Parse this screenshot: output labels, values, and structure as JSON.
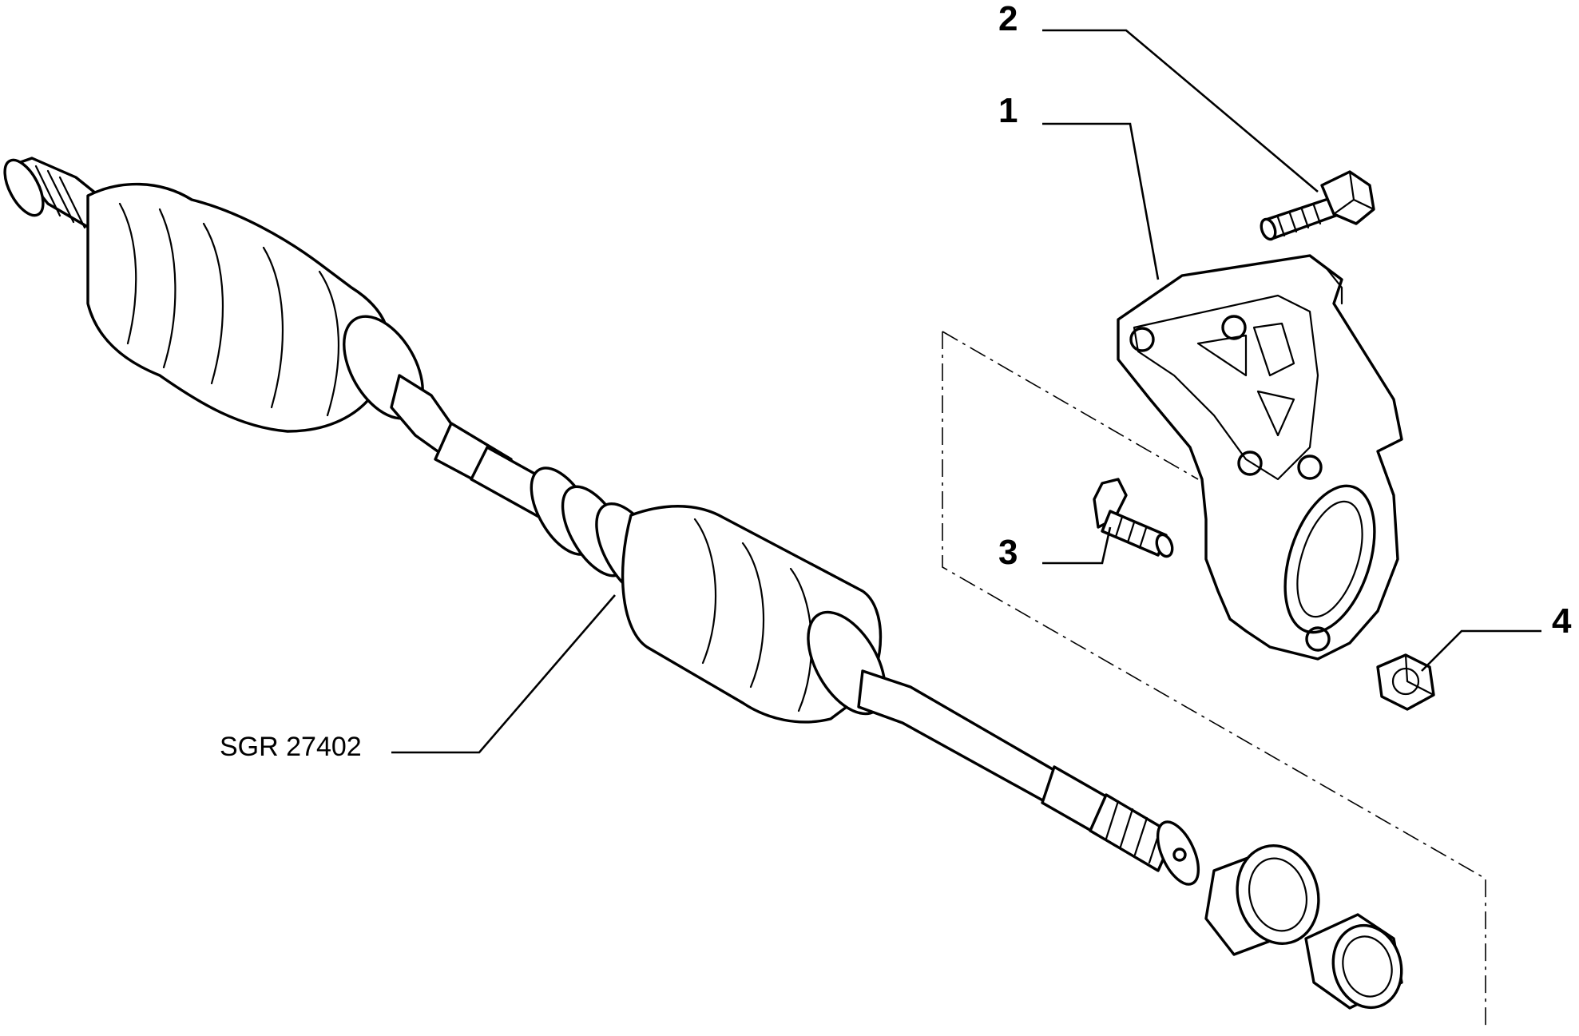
{
  "callouts": {
    "c1": "1",
    "c2": "2",
    "c3": "3",
    "c4": "4"
  },
  "reference": "SGR 27402"
}
